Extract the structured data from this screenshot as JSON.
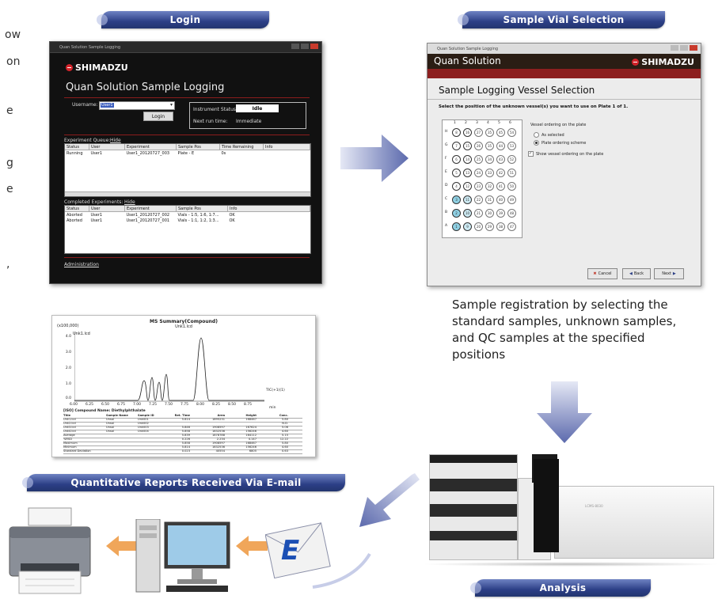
{
  "labels": {
    "login": "Login",
    "vial": "Sample Vial Selection",
    "reports": "Quantitative Reports Received Via E-mail",
    "analysis": "Analysis"
  },
  "cut_text": [
    "ow",
    "on",
    "e",
    "g",
    "e",
    ","
  ],
  "login_window": {
    "titlebar": "Quan Solution Sample Logging",
    "logo": "SHIMADZU",
    "title": "Quan Solution Sample Logging",
    "username_label": "Username:",
    "username_value": "User1",
    "login_button": "Login",
    "status_label": "Instrument Status:",
    "status_value": "Idle",
    "next_run_label": "Next run time:",
    "next_run_value": "Immediate",
    "queue_label": "Experiment Queue:",
    "queue_hide": "Hide",
    "queue_columns": [
      "Status",
      "User",
      "Experiment",
      "Sample Pos",
      "Time Remaining",
      "Info"
    ],
    "queue_rows": [
      [
        "Running",
        "User1",
        "User1_20120727_003",
        "Plate - E",
        "0s",
        ""
      ]
    ],
    "completed_label": "Completed Experiments:",
    "completed_hide": "Hide",
    "completed_columns": [
      "Status",
      "User",
      "Experiment",
      "Sample Pos",
      "Info"
    ],
    "completed_rows": [
      [
        "Aborted",
        "User1",
        "User1_20120727_002",
        "Vials - 1:5, 1:6, 1:7...",
        "OK"
      ],
      [
        "Aborted",
        "User1",
        "User1_20120727_001",
        "Vials - 1:1, 1:2, 1:3...",
        "OK"
      ]
    ],
    "admin_link": "Administration"
  },
  "vessel_window": {
    "titlebar": "Quan Solution Sample Logging",
    "app": "Quan Solution",
    "logo": "SHIMADZU",
    "heading": "Sample Logging Vessel Selection",
    "instruction": "Select the position of the unknown vessel(s) you want to use on Plate 1 of 1.",
    "col_numbers": [
      "1",
      "2",
      "3",
      "4",
      "5",
      "6"
    ],
    "row_letters": [
      "H",
      "G",
      "F",
      "E",
      "D",
      "C",
      "B",
      "A"
    ],
    "grid": [
      [
        "8",
        "16",
        "27",
        "35",
        "45",
        "54"
      ],
      [
        "7",
        "15",
        "26",
        "35",
        "44",
        "53"
      ],
      [
        "6",
        "14",
        "25",
        "34",
        "43",
        "52"
      ],
      [
        "5",
        "13",
        "24",
        "33",
        "42",
        "51"
      ],
      [
        "4",
        "12",
        "23",
        "32",
        "41",
        "50"
      ],
      [
        "3",
        "11",
        "22",
        "31",
        "40",
        "49"
      ],
      [
        "2",
        "10",
        "21",
        "30",
        "39",
        "48"
      ],
      [
        "1",
        "9",
        "20",
        "29",
        "38",
        "47"
      ]
    ],
    "ordering_title": "Vessel ordering on the plate",
    "opt_selected": "As selected",
    "opt_plate": "Plate ordering scheme",
    "show_check": "Show vessel ordering on the plate",
    "cancel": "Cancel",
    "back": "Back",
    "next": "Next"
  },
  "description": "Sample registration by selecting the standard samples, unknown samples, and QC samples at the specified positions",
  "report": {
    "chart_title": "MS Summary(Compound)",
    "chart_subtitle": "Unk1.lcd",
    "y_unit": "(x100,000)",
    "peak_label": "Unk1.lcd",
    "y_ticks": [
      "4.0",
      "3.0",
      "2.0",
      "1.0",
      "0.0"
    ],
    "x_ticks": [
      "6.00",
      "6.25",
      "6.50",
      "6.75",
      "7.00",
      "7.25",
      "7.50",
      "7.75",
      "8.00",
      "8.25",
      "8.50",
      "8.75"
    ],
    "tic_label": "TIC(+1)(1)",
    "x_unit": "min",
    "table_caption": "[ISO] Compound Name: Diethylphthalate",
    "table_columns": [
      "Title",
      "Sample Name",
      "Sample ID",
      "Ret. Time",
      "Area",
      "Height",
      "Conc."
    ],
    "table_rows": [
      [
        "Unk1.lcd",
        "Unsal",
        "Unk001",
        "5.814",
        "1895231",
        "168467",
        "5.80"
      ],
      [
        "Unk2.lcd",
        "Unsal",
        "Unk002",
        "",
        "",
        "",
        "N.D."
      ],
      [
        "Unk3.lcd",
        "Unsal",
        "Unk003",
        "5.846",
        "1908597",
        "167624",
        "5.06"
      ],
      [
        "Unk4.lcd",
        "Unsal",
        "Unk004",
        "5.858",
        "1832536",
        "156246",
        "4.60"
      ],
      [
        "Average",
        "",
        "",
        "5.839",
        "1878788",
        "164112",
        "5.15"
      ],
      [
        "%RSD",
        "",
        "",
        "0.226",
        "2.234",
        "4.147",
        "12.22"
      ],
      [
        "Maximum",
        "",
        "",
        "5.858",
        "1908597",
        "168467",
        "5.80"
      ],
      [
        "Minimum",
        "",
        "",
        "5.814",
        "1832536",
        "156246",
        "4.60"
      ],
      [
        "Standard Deviation",
        "",
        "",
        "0.023",
        "40554",
        "6805",
        "0.63"
      ]
    ]
  },
  "email_letter": "E",
  "hplc_panel": "LCMS-8030",
  "colors": {
    "pill": "#2c3f86",
    "arrow": "#6b78b6",
    "arrow_orange": "#f0a65a",
    "shimadzu_red": "#d2232a"
  }
}
